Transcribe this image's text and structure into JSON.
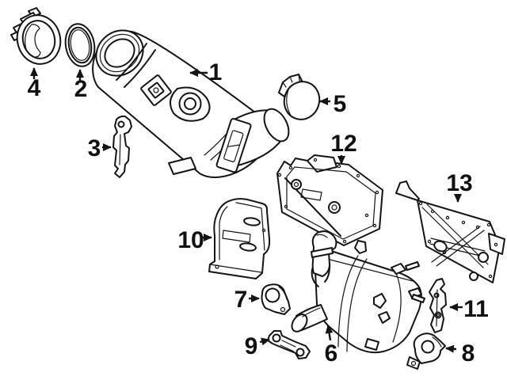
{
  "diagram": {
    "type": "exploded-parts-diagram",
    "background_color": "#ffffff",
    "line_color": "#141414",
    "label_color": "#111111",
    "parts": [
      {
        "number": "1",
        "name": "catalytic-converter"
      },
      {
        "number": "2",
        "name": "gasket-ring"
      },
      {
        "number": "3",
        "name": "support-bracket-front"
      },
      {
        "number": "4",
        "name": "v-band-clamp"
      },
      {
        "number": "5",
        "name": "end-cap"
      },
      {
        "number": "6",
        "name": "rear-muffler"
      },
      {
        "number": "7",
        "name": "rubber-hanger-mount-front"
      },
      {
        "number": "8",
        "name": "rubber-hanger-mount-rear"
      },
      {
        "number": "9",
        "name": "mounting-bracket"
      },
      {
        "number": "10",
        "name": "heat-shield-front"
      },
      {
        "number": "11",
        "name": "side-bracket"
      },
      {
        "number": "12",
        "name": "heat-shield-upper"
      },
      {
        "number": "13",
        "name": "heat-shield-rear"
      }
    ]
  }
}
